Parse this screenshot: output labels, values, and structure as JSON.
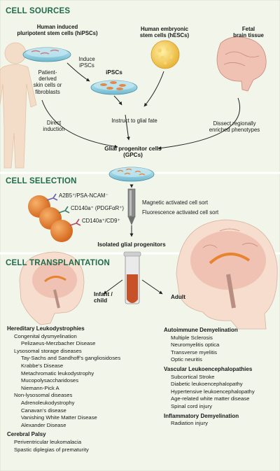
{
  "sections": {
    "sources": "CELL SOURCES",
    "selection": "CELL SELECTION",
    "transplantation": "CELL TRANSPLANTATION"
  },
  "sources": {
    "hipsc_title": [
      "Human induced",
      "pluripotent stem cells (hiPSCs)"
    ],
    "hesc_title": [
      "Human embryonic",
      "stem cells (hESCs)"
    ],
    "fetal_title": [
      "Fetal",
      "brain tissue"
    ],
    "patient_cells": [
      "Patient-",
      "derived",
      "skin cells or",
      "fibroblasts"
    ],
    "induce": [
      "Induce",
      "iPSCs"
    ],
    "ipscs": "iPSCs",
    "direct": [
      "Direct",
      "induction"
    ],
    "instruct": "Instruct to glial fate",
    "dissect": [
      "Dissect regionally",
      "enriched phenotypes"
    ],
    "gpc": [
      "Glial progenitor cells",
      "(GPCs)"
    ]
  },
  "selection": {
    "marker1": "A2B5⁺/PSA-NCAM⁻",
    "marker2": "CD140a⁺ (PDGFαR⁺)",
    "marker3": "CD140a⁺/CD9⁺",
    "mags": "Magnetic activated cell sort",
    "facs": "Fluorescence activated cell sort",
    "isolated": "Isolated glial progenitors"
  },
  "transplantation": {
    "infant": [
      "Infant /",
      "child"
    ],
    "adult": "Adult",
    "left_list": [
      {
        "text": "Hereditary Leukodystrophies",
        "level": "h"
      },
      {
        "text": "Congenital dysmyelination",
        "level": "s"
      },
      {
        "text": "Pelizaeus-Merzbacher Disease",
        "level": "ss"
      },
      {
        "text": "Lysosomal storage diseases",
        "level": "s"
      },
      {
        "text": "Tay-Sachs and Sandhoff’s gangliosidoses",
        "level": "ss"
      },
      {
        "text": "Krabbe’s Disease",
        "level": "ss"
      },
      {
        "text": "Metachromatic leukodystrophy",
        "level": "ss"
      },
      {
        "text": "Mucopolysaccharidoses",
        "level": "ss"
      },
      {
        "text": "Niemann-Pick A",
        "level": "ss"
      },
      {
        "text": "Non-lysosomal diseases",
        "level": "s"
      },
      {
        "text": "Adrenoleukodystrophy",
        "level": "ss"
      },
      {
        "text": "Canavan’s disease",
        "level": "ss"
      },
      {
        "text": "Vanishing White Matter Disease",
        "level": "ss"
      },
      {
        "text": "Alexander Disease",
        "level": "ss"
      },
      {
        "text": "Cerebral Palsy",
        "level": "h"
      },
      {
        "text": "Periventricular leukomalacia",
        "level": "s"
      },
      {
        "text": "Spastic diplegias of prematurity",
        "level": "s"
      }
    ],
    "right_list": [
      {
        "text": "Autoimmune Demyelination",
        "level": "h"
      },
      {
        "text": "Multiple Sclerosis",
        "level": "s"
      },
      {
        "text": "Neuromyelitis optica",
        "level": "s"
      },
      {
        "text": "Transverse myelitis",
        "level": "s"
      },
      {
        "text": "Optic neuritis",
        "level": "s"
      },
      {
        "text": "Vascular Leukoencephalopathies",
        "level": "h"
      },
      {
        "text": "Subcortical Stroke",
        "level": "s"
      },
      {
        "text": "Diabetic leukoencephalopathy",
        "level": "s"
      },
      {
        "text": "Hypertensive leukoencephalopathy",
        "level": "s"
      },
      {
        "text": "Age-related white matter disease",
        "level": "s"
      },
      {
        "text": "Spinal cord injury",
        "level": "s"
      },
      {
        "text": "Inflammatory Demyelination",
        "level": "h"
      },
      {
        "text": "Radiation injury",
        "level": "s"
      }
    ]
  },
  "colors": {
    "section_heading": "#1f6b4a",
    "background_fill": "#f1f5ea",
    "cell_orange": "#e8842e",
    "dish_blue": "#8fcfe0",
    "tube_liquid": "#c7522a",
    "brain_pink": "#efc2b4"
  },
  "icons": [
    "silhouette-icon",
    "petri-dish-icon",
    "embryonic-stem-cell-icon",
    "fetal-brain-icon",
    "antibody-icon",
    "sorting-column-icon",
    "test-tube-icon",
    "infant-brain-icon",
    "adult-brain-icon"
  ]
}
